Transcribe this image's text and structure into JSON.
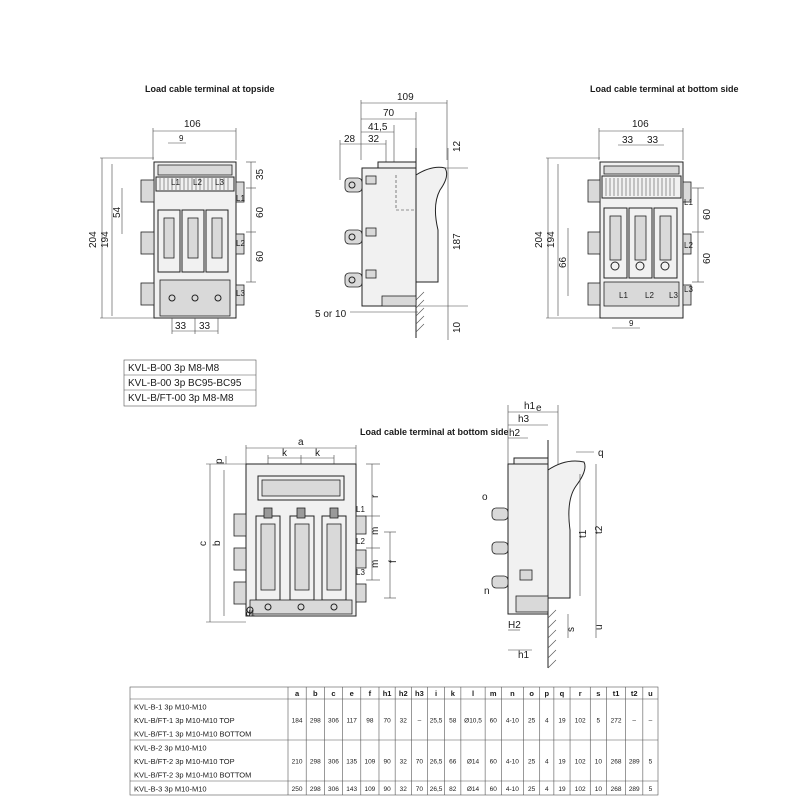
{
  "titles": {
    "top_left": "Load cable terminal at topside",
    "top_right": "Load cable terminal at bottom side",
    "middle": "Load cable terminal at bottom side"
  },
  "top_left_view": {
    "dims": [
      "106",
      "9",
      "204",
      "194",
      "54",
      "33",
      "33",
      "35",
      "60",
      "60"
    ],
    "phases": [
      "L1",
      "L2",
      "L3"
    ],
    "terminals": [
      "L1",
      "L2",
      "L3"
    ]
  },
  "top_side_view": {
    "dims": [
      "109",
      "70",
      "41,5",
      "28",
      "32",
      "12",
      "187",
      "5  or 10",
      "10"
    ]
  },
  "top_right_view": {
    "dims": [
      "106",
      "33",
      "33",
      "204",
      "194",
      "66",
      "60",
      "60",
      "9"
    ],
    "phases": [
      "L1",
      "L2",
      "L3"
    ],
    "terminals": [
      "L1",
      "L2",
      "L3"
    ]
  },
  "model_box": [
    "KVL-B-00 3p M8-M8",
    "KVL-B-00 3p BC95-BC95",
    "KVL-B/FT-00 3p M8-M8"
  ],
  "mid_front_view": {
    "dims": [
      "p",
      "a",
      "k",
      "k",
      "c",
      "b",
      "r",
      "L1",
      "L2",
      "m",
      "m",
      "f",
      "L3",
      "d1"
    ]
  },
  "mid_side_view": {
    "dims": [
      "h1",
      "e",
      "h3",
      "h2",
      "q",
      "o",
      "t1",
      "t2",
      "n",
      "H2",
      "h1",
      "s",
      "u"
    ]
  },
  "table": {
    "headers": [
      "a",
      "b",
      "c",
      "e",
      "f",
      "h1",
      "h2",
      "h3",
      "i",
      "k",
      "l",
      "m",
      "n",
      "o",
      "p",
      "q",
      "r",
      "s",
      "t1",
      "t2",
      "u"
    ],
    "groups": [
      {
        "models": [
          "KVL-B-1 3p M10-M10",
          "KVL-B/FT-1 3p M10-M10 TOP",
          "KVL-B/FT-1 3p M10-M10 BOTTOM"
        ],
        "values": [
          "184",
          "298",
          "306",
          "117",
          "98",
          "70",
          "32",
          "–",
          "25,5",
          "58",
          "Ø10,5",
          "60",
          "4-10",
          "25",
          "4",
          "19",
          "102",
          "5",
          "272",
          "–",
          "–"
        ]
      },
      {
        "models": [
          "KVL-B-2 3p M10-M10",
          "KVL-B/FT-2 3p M10-M10 TOP",
          "KVL-B/FT-2 3p M10-M10 BOTTOM"
        ],
        "values": [
          "210",
          "298",
          "306",
          "135",
          "109",
          "90",
          "32",
          "70",
          "26,5",
          "66",
          "Ø14",
          "60",
          "4-10",
          "25",
          "4",
          "19",
          "102",
          "10",
          "268",
          "289",
          "5"
        ]
      },
      {
        "models": [
          "KVL-B-3 3p M10-M10"
        ],
        "values": [
          "250",
          "298",
          "306",
          "143",
          "109",
          "90",
          "32",
          "70",
          "26,5",
          "82",
          "Ø14",
          "60",
          "4-10",
          "25",
          "4",
          "19",
          "102",
          "10",
          "268",
          "289",
          "5"
        ]
      }
    ]
  }
}
